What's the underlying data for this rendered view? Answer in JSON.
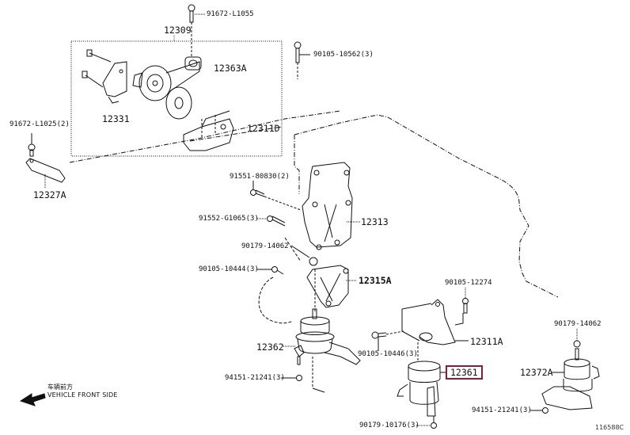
{
  "title": "Engine Mounting Parts Diagram",
  "highlight_color": "#8b1a3c",
  "parts": {
    "p12309": "12309",
    "p91672_L1055": "91672-L1055",
    "p90105_10562": "90105-10562(3)",
    "p12363A": "12363A",
    "p12331": "12331",
    "p12311D": "12311D",
    "p91672_L1025": "91672-L1025(2)",
    "p12327A": "12327A",
    "p91551_80830": "91551-80830(2)",
    "p91552_G1065": "91552-G1065(3)",
    "p12313": "12313",
    "p90179_14062_a": "90179-14062",
    "p90105_10444": "90105-10444(3)",
    "p12315A": "12315A",
    "p12362": "12362",
    "p94151_21241_a": "94151-21241(3)",
    "p90105_12274": "90105-12274",
    "p12311A": "12311A",
    "p90105_10446": "90105-10446(3)",
    "p12361": "12361",
    "p90179_10176": "90179-10176(3)",
    "p90179_14062_b": "90179-14062",
    "p12372A": "12372A",
    "p94151_21241_b": "94151-21241(3)"
  },
  "highlighted_part": "12361",
  "front_indicator": {
    "chinese": "车辆前方",
    "english": "VEHICLE FRONT SIDE"
  },
  "reference_code": "116588C"
}
